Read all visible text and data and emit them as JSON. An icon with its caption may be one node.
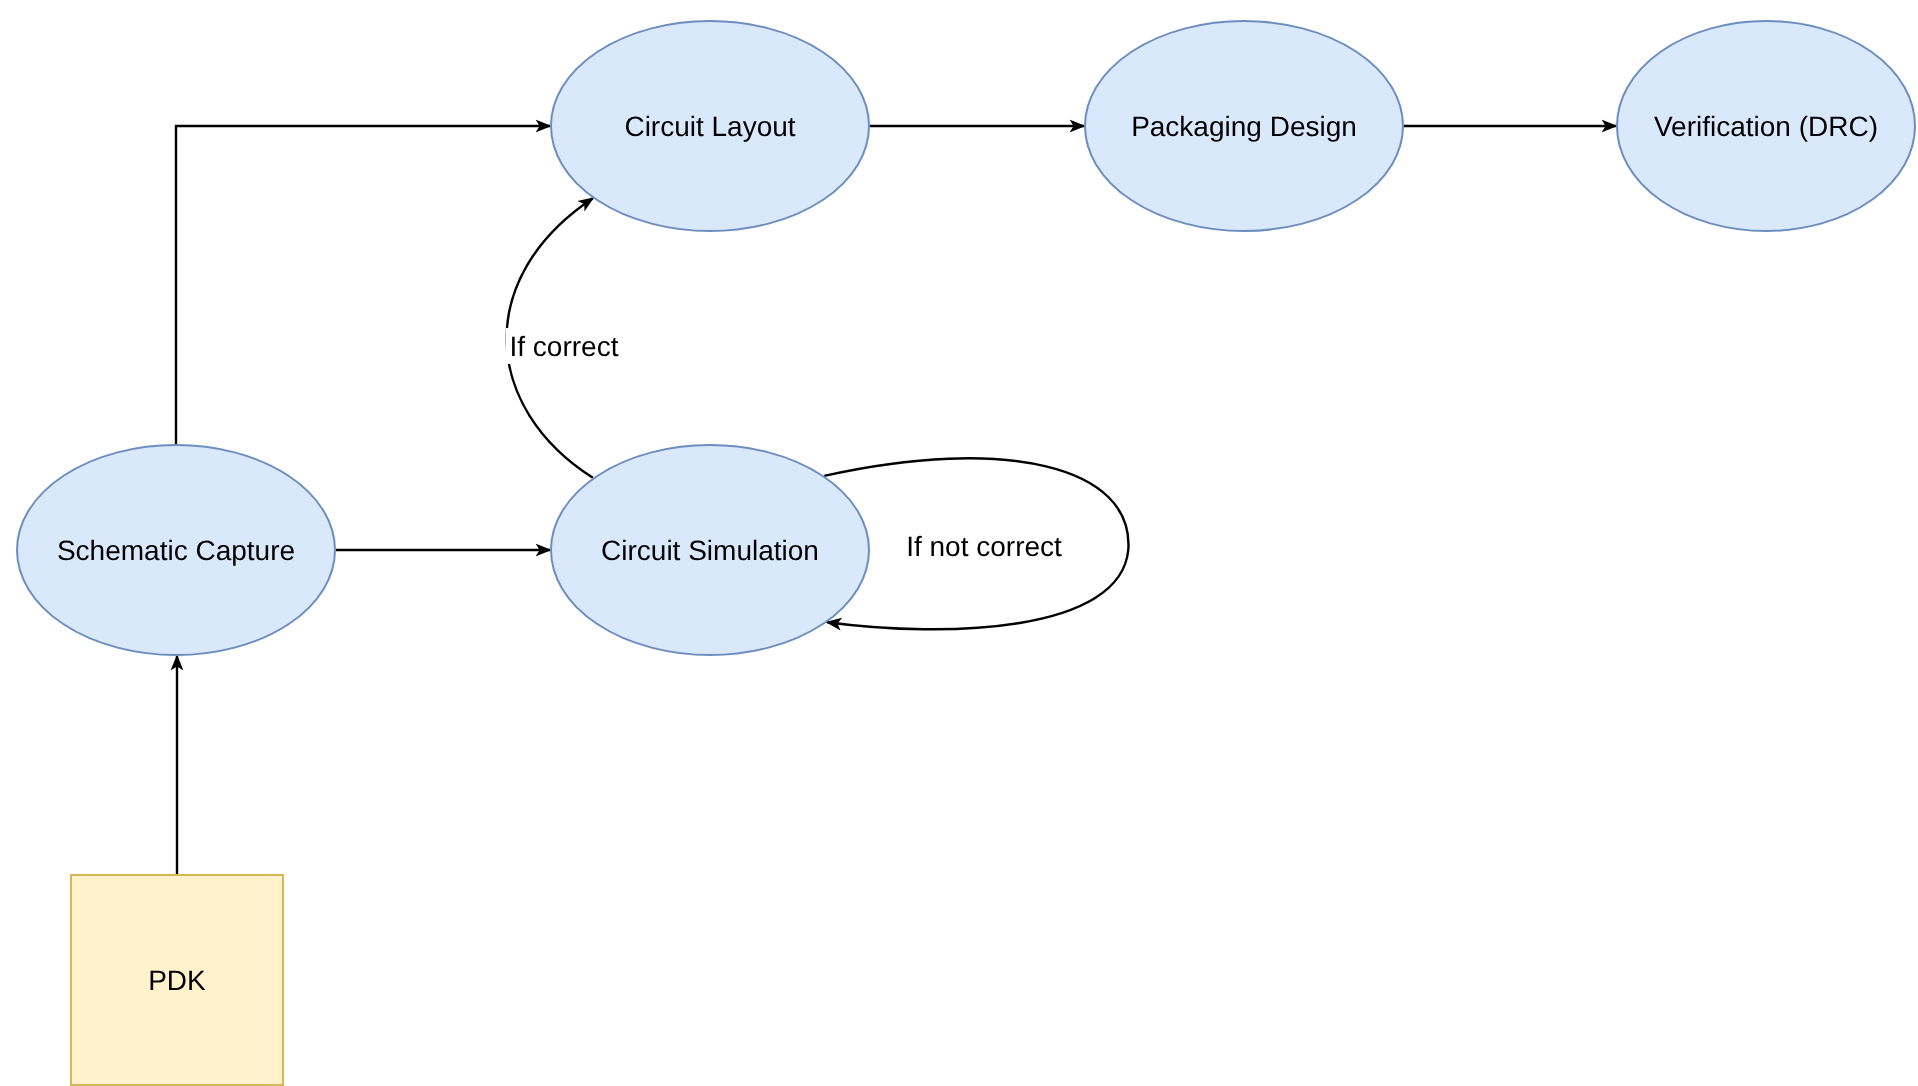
{
  "diagram": {
    "nodes": [
      {
        "text": [
          "Circuit Layout"
        ]
      },
      {
        "text": [
          "Packaging Design"
        ]
      },
      {
        "text": [
          "Verification (DRC)"
        ]
      },
      {
        "text": [
          "Schematic Capture"
        ]
      },
      {
        "text": [
          "Circuit Simulation"
        ]
      },
      {
        "text": [
          "PDK"
        ]
      }
    ],
    "edges": [
      {
        "from": 3,
        "to": 0,
        "arrow": "to"
      },
      {
        "from": 3,
        "to": 4,
        "arrow": "to"
      },
      {
        "from": 4,
        "to": 0,
        "arrow": "to",
        "label": "If correct"
      },
      {
        "from": 4,
        "to": 4,
        "arrow": "to",
        "label": "If not correct"
      },
      {
        "from": 0,
        "to": 1,
        "arrow": "to"
      },
      {
        "from": 1,
        "to": 2,
        "arrow": "to"
      },
      {
        "from": 5,
        "to": 3,
        "arrow": "to"
      }
    ]
  }
}
